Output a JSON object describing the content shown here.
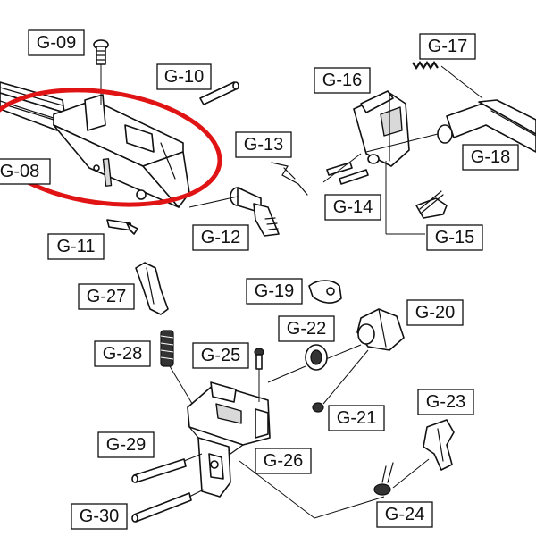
{
  "highlight": {
    "color": "#e01414"
  },
  "labels": [
    {
      "id": "G-09",
      "text": "G-09"
    },
    {
      "id": "G-10",
      "text": "G-10"
    },
    {
      "id": "G-08",
      "text": "G-08"
    },
    {
      "id": "G-11",
      "text": "G-11"
    },
    {
      "id": "G-12",
      "text": "G-12"
    },
    {
      "id": "G-13",
      "text": "G-13"
    },
    {
      "id": "G-14",
      "text": "G-14"
    },
    {
      "id": "G-15",
      "text": "G-15"
    },
    {
      "id": "G-16",
      "text": "G-16"
    },
    {
      "id": "G-17",
      "text": "G-17"
    },
    {
      "id": "G-18",
      "text": "G-18"
    },
    {
      "id": "G-19",
      "text": "G-19"
    },
    {
      "id": "G-20",
      "text": "G-20"
    },
    {
      "id": "G-21",
      "text": "G-21"
    },
    {
      "id": "G-22",
      "text": "G-22"
    },
    {
      "id": "G-23",
      "text": "G-23"
    },
    {
      "id": "G-24",
      "text": "G-24"
    },
    {
      "id": "G-25",
      "text": "G-25"
    },
    {
      "id": "G-26",
      "text": "G-26"
    },
    {
      "id": "G-27",
      "text": "G-27"
    },
    {
      "id": "G-28",
      "text": "G-28"
    },
    {
      "id": "G-29",
      "text": "G-29"
    },
    {
      "id": "G-30",
      "text": "G-30"
    }
  ]
}
